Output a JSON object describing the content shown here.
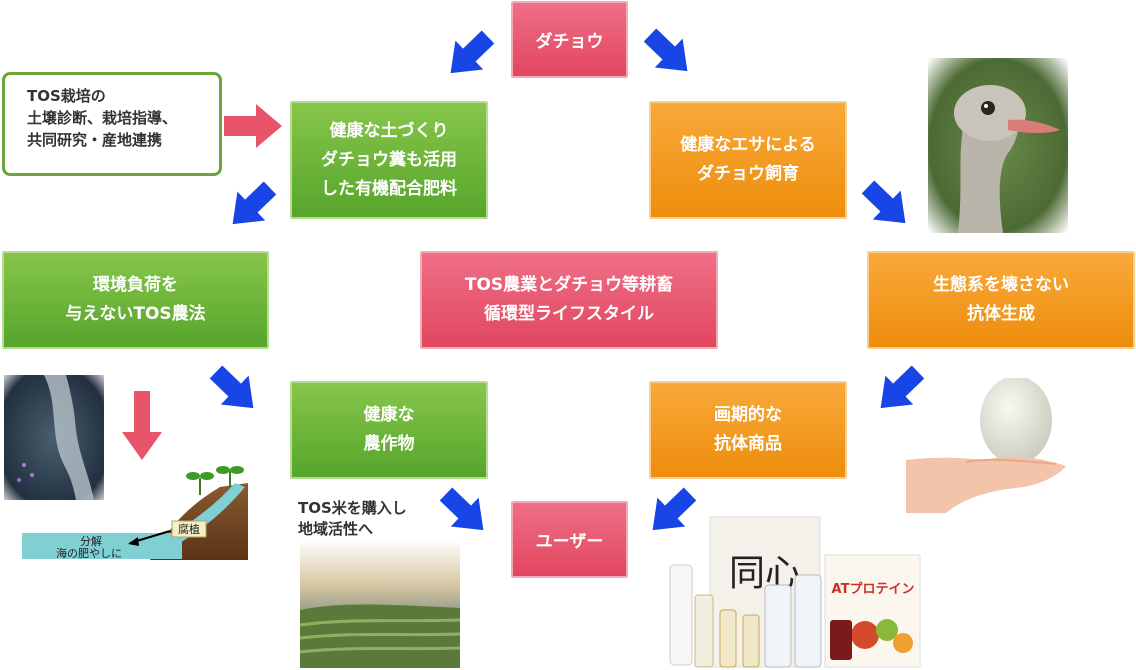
{
  "nodes": {
    "ostrich": "ダチョウ",
    "healthy_soil": "健康な土づくり\nダチョウ糞も活用\nした有機配合肥料",
    "healthy_feed": "健康なエサによる\nダチョウ飼育",
    "tos_farming": "環境負荷を\n与えないTOS農法",
    "center": "TOS農業とダチョウ等耕畜\n循環型ライフスタイル",
    "antibody": "生態系を壊さない\n抗体生成",
    "healthy_crops": "健康な\n農作物",
    "antibody_products": "画期的な\n抗体商品",
    "user": "ユーザー"
  },
  "side_texts": {
    "tos_support": "TOS栽培の\n土壌診断、栽培指導、\n共同研究・産地連携",
    "rice_purchase": "TOS米を購入し\n地域活性へ"
  },
  "soil_diagram": {
    "decay_label": "腐植",
    "decompose_label": "分解\n海の肥やしに"
  },
  "product_labels": {
    "rice_bag": "同心",
    "protein_pack": "ATプロテイン"
  },
  "colors": {
    "pink": "#e4506a",
    "green": "#5fab31",
    "orange": "#f0920f",
    "arrow_blue": "#1745e6",
    "arrow_pink": "#e8556b"
  },
  "icons": {
    "arrow": "blue-diagonal-arrow",
    "ostrich_photo": "ostrich-head-photo",
    "egg_photo": "ostrich-egg-in-hands-photo",
    "stream_photo": "stream-photo",
    "terrace_photo": "rice-terrace-photo",
    "products_photo": "product-lineup-photo"
  }
}
